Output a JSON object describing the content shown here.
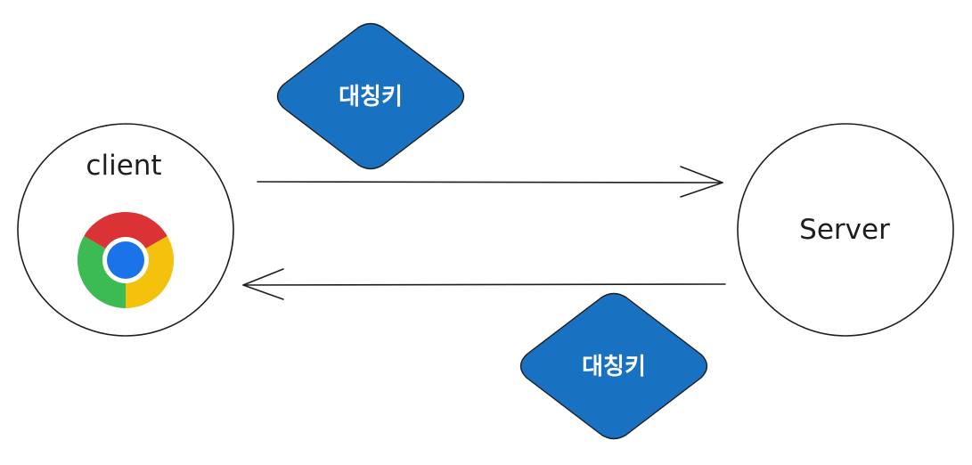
{
  "nodes": {
    "client": {
      "label": "client",
      "icon": "chrome-icon"
    },
    "server": {
      "label": "Server"
    }
  },
  "keys": {
    "top": {
      "label": "대칭키"
    },
    "bottom": {
      "label": "대칭키"
    }
  },
  "colors": {
    "stroke": "#1e1e1e",
    "diamond_fill": "#1971c2",
    "diamond_text": "#ffffff",
    "chrome_red": "#db3236",
    "chrome_green": "#3cba54",
    "chrome_yellow": "#f4c20d",
    "chrome_blue": "#1a73e8"
  }
}
